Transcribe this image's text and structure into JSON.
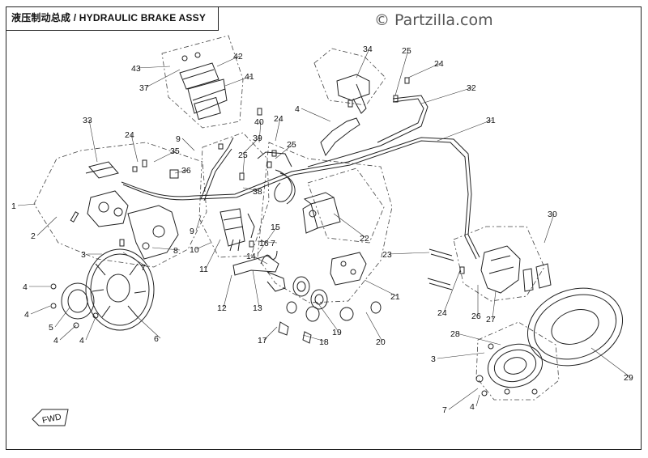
{
  "header": {
    "title": "液压制动总成 / HYDRAULIC BRAKE ASSY",
    "watermark": "© Partzilla.com"
  },
  "fwd_label": "FWD",
  "callouts": [
    "1",
    "2",
    "3",
    "4",
    "4",
    "5",
    "4",
    "4",
    "6",
    "7",
    "8",
    "9",
    "9",
    "10",
    "11",
    "12",
    "13",
    "14",
    "15",
    "16",
    "7",
    "17",
    "18",
    "19",
    "20",
    "21",
    "22",
    "23",
    "24",
    "24",
    "24",
    "24",
    "25",
    "25",
    "25",
    "26",
    "27",
    "28",
    "29",
    "30",
    "31",
    "32",
    "33",
    "34",
    "35",
    "36",
    "37",
    "38",
    "39",
    "40",
    "41",
    "42",
    "43",
    "4",
    "3",
    "7",
    "4"
  ]
}
